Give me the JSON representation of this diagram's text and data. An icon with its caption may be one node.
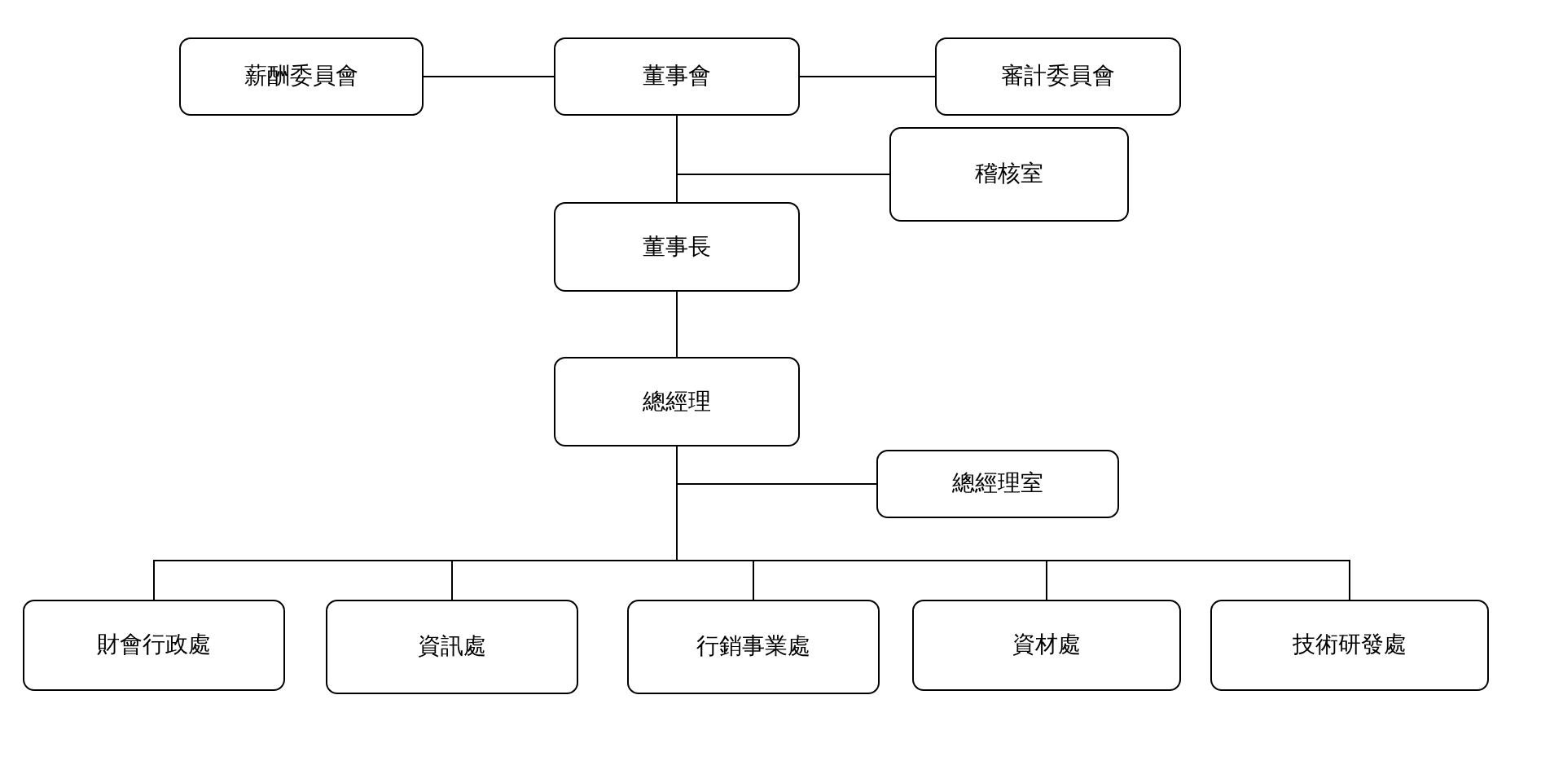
{
  "diagram": {
    "nodes": [
      {
        "text": [
          "薪酬委員會"
        ]
      },
      {
        "text": [
          "董事會"
        ]
      },
      {
        "text": [
          "審計委員會"
        ]
      },
      {
        "text": [
          "稽核室"
        ]
      },
      {
        "text": [
          "董事長"
        ]
      },
      {
        "text": [
          "總經理"
        ]
      },
      {
        "text": [
          "總經理室"
        ]
      },
      {
        "text": [
          "財會行政處"
        ]
      },
      {
        "text": [
          "資訊處"
        ]
      },
      {
        "text": [
          "行銷事業處"
        ]
      },
      {
        "text": [
          "資材處"
        ]
      },
      {
        "text": [
          "技術研發處"
        ]
      }
    ],
    "edges": [
      {
        "from": 0,
        "to": 1,
        "arrow": "none"
      },
      {
        "from": 1,
        "to": 2,
        "arrow": "none"
      },
      {
        "from": 1,
        "to": 3,
        "arrow": "none"
      },
      {
        "from": 1,
        "to": 4,
        "arrow": "none"
      },
      {
        "from": 4,
        "to": 5,
        "arrow": "none"
      },
      {
        "from": 5,
        "to": 6,
        "arrow": "none"
      },
      {
        "from": 5,
        "to": 7,
        "arrow": "none"
      },
      {
        "from": 5,
        "to": 8,
        "arrow": "none"
      },
      {
        "from": 5,
        "to": 9,
        "arrow": "none"
      },
      {
        "from": 5,
        "to": 10,
        "arrow": "none"
      },
      {
        "from": 5,
        "to": 11,
        "arrow": "none"
      }
    ]
  }
}
